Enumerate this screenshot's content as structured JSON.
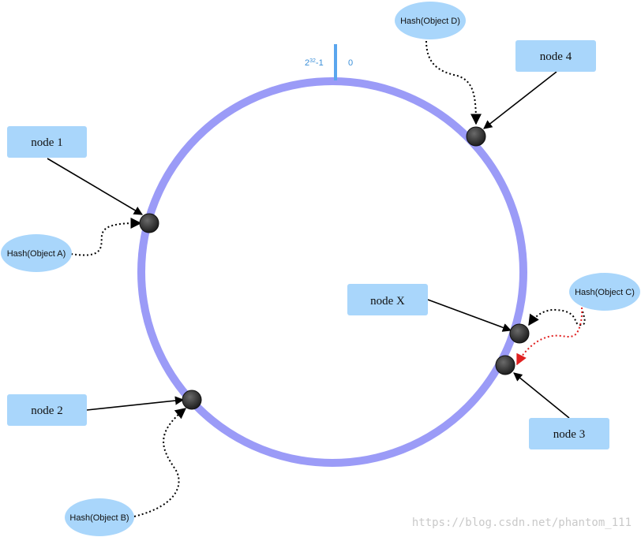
{
  "ring": {
    "start_label": "0",
    "end_label_base": "2",
    "end_label_exp": "32",
    "end_label_suffix": "-1"
  },
  "nodes": {
    "node1": "node 1",
    "node2": "node 2",
    "node3": "node 3",
    "node4": "node 4",
    "nodeX": "node X"
  },
  "objects": {
    "objA": "Hash(Object A)",
    "objB": "Hash(Object B)",
    "objC": "Hash(Object C)",
    "objD": "Hash(Object D)"
  },
  "watermark": "https://blog.csdn.net/phantom_111",
  "colors": {
    "ring": "#9b9bf7",
    "box": "#a9d6fb",
    "marker": "#3a3a3a",
    "tick": "#5aa6ee",
    "rehash_arrow": "#e02020"
  }
}
